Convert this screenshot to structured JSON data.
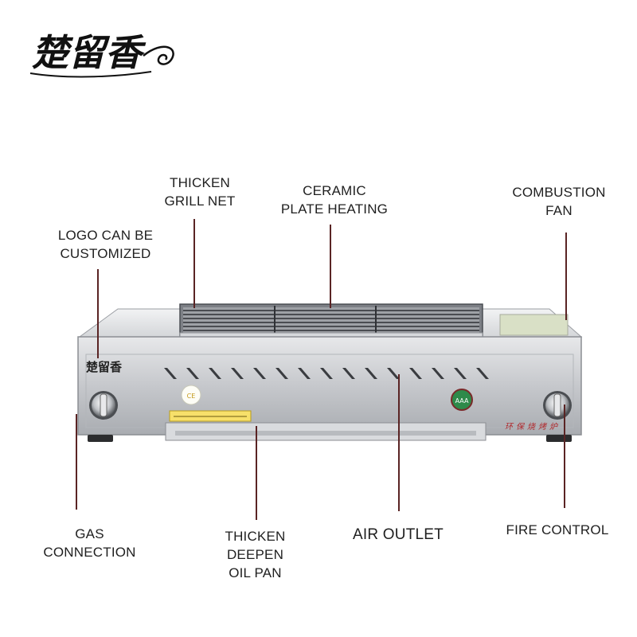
{
  "brand_logo": {
    "text": "楚留香",
    "icon": "calligraphy-logo"
  },
  "callouts": {
    "thicken_grill_net": [
      "THICKEN",
      "GRILL NET"
    ],
    "ceramic_plate_heating": [
      "CERAMIC",
      "PLATE HEATING"
    ],
    "combustion_fan": [
      "COMBUSTION",
      "FAN"
    ],
    "logo_customized": [
      "LOGO CAN BE",
      "CUSTOMIZED"
    ],
    "gas_connection": [
      "GAS",
      "CONNECTION"
    ],
    "oil_pan": [
      "THICKEN",
      "DEEPEN",
      "OIL PAN"
    ],
    "air_outlet": [
      "AIR OUTLET"
    ],
    "fire_control": [
      "FIRE CONTROL"
    ]
  },
  "product": {
    "front_text": "环保烧烤炉",
    "badge_text": "AAA",
    "cert_text": "CE"
  },
  "colors": {
    "leader": "#5a2424",
    "steel": "#c9cbcf",
    "steel_dark": "#9da0a5"
  }
}
